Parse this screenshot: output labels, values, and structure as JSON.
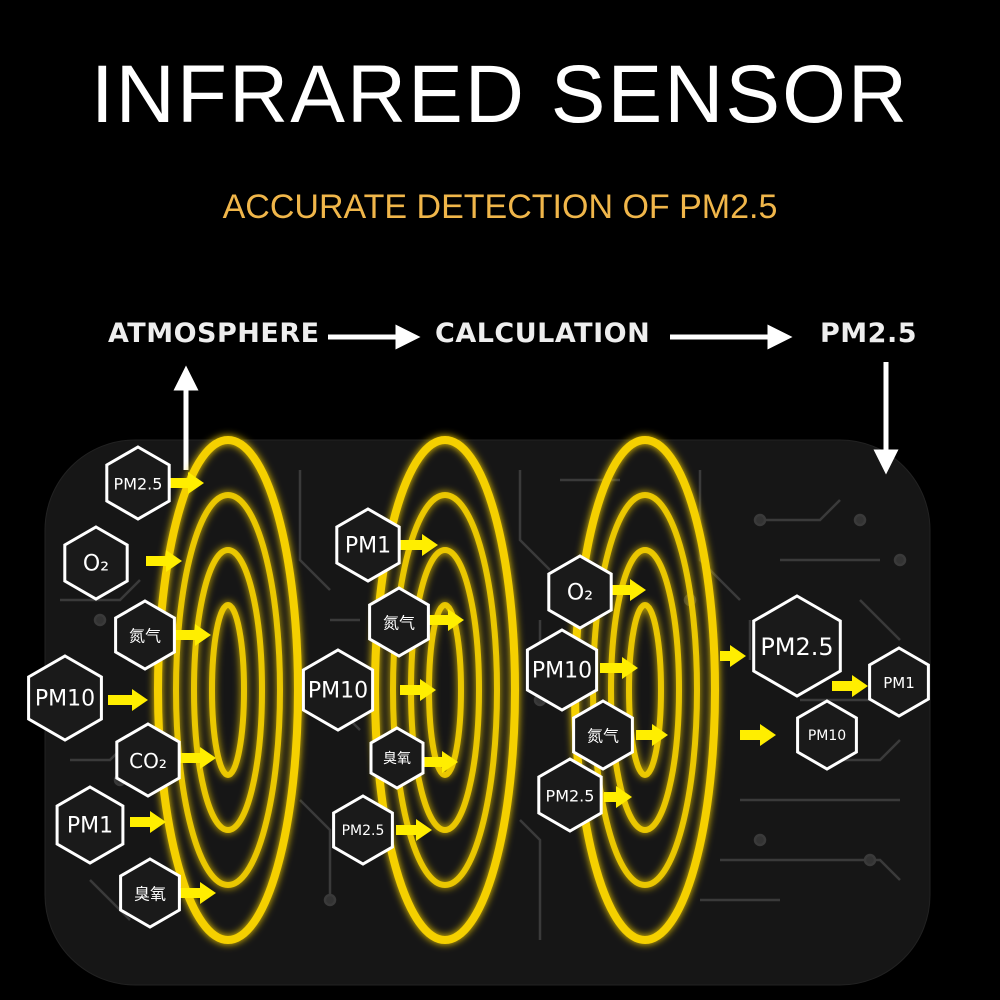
{
  "header": {
    "title": "INFRARED SENSOR",
    "subtitle": "ACCURATE DETECTION OF PM2.5"
  },
  "flow": {
    "step1": "ATMOSPHERE",
    "step2": "CALCULATION",
    "step3": "PM2.5"
  },
  "colors": {
    "background": "#000000",
    "subtitle": "#f0b64a",
    "ring": "#f5d000",
    "arrow": "#ffee00",
    "hexagon_fill": "#1a1a1a",
    "hexagon_border": "#ffffff"
  },
  "stage1": {
    "labels": [
      "PM2.5",
      "O₂",
      "氮气",
      "PM10",
      "CO₂",
      "PM1",
      "臭氧"
    ]
  },
  "stage2": {
    "labels": [
      "PM1",
      "氮气",
      "PM10",
      "臭氧",
      "PM2.5"
    ]
  },
  "stage3": {
    "labels": [
      "O₂",
      "PM10",
      "氮气",
      "PM2.5"
    ]
  },
  "output": {
    "labels": [
      "PM2.5",
      "PM1",
      "PM10"
    ]
  }
}
